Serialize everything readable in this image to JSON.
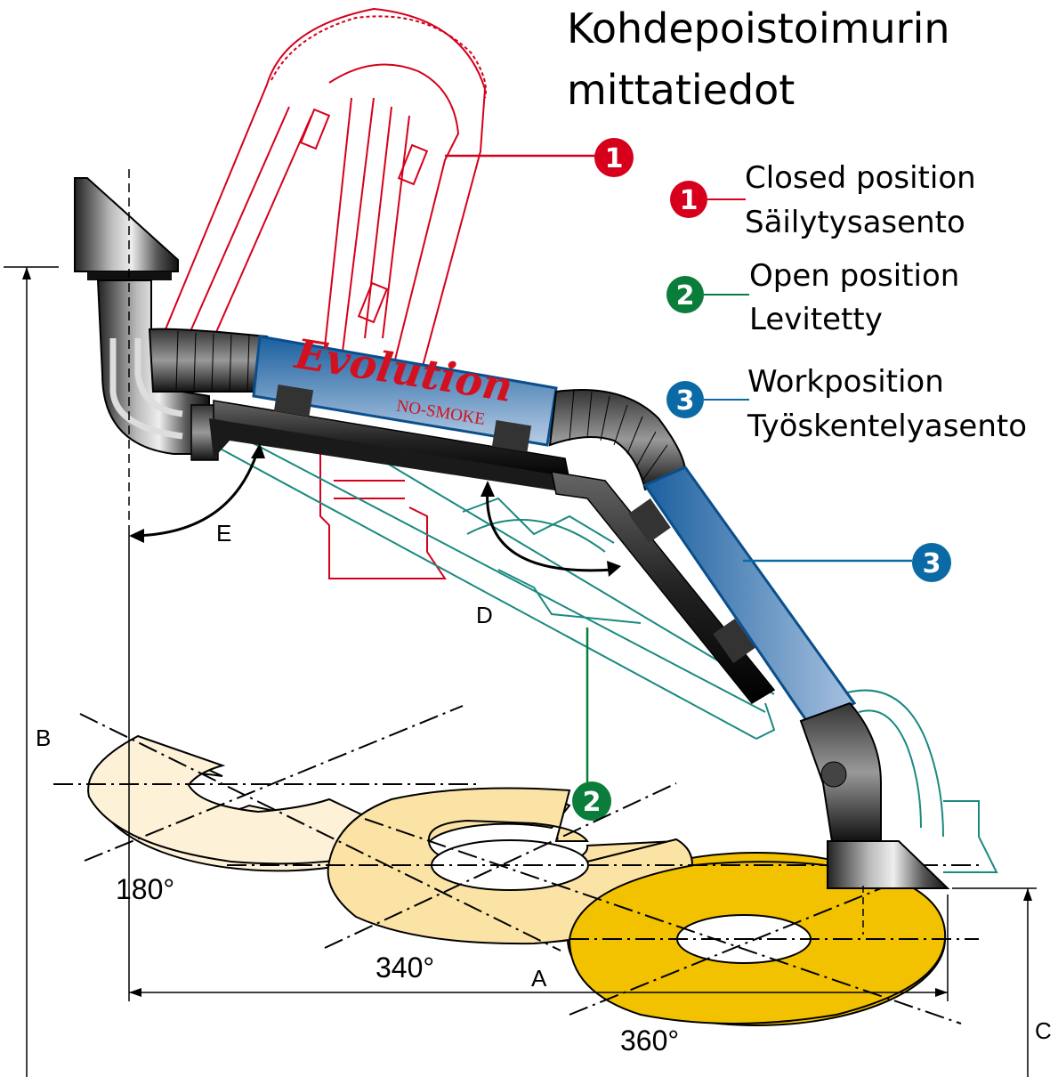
{
  "title": {
    "line1": "Kohdepoistoimurin",
    "line2": "mittatiedot"
  },
  "brand": {
    "name": "Evolution",
    "sub": "NO-SMOKE"
  },
  "legend": [
    {
      "number": "1",
      "label_en": "Closed position",
      "label_fi": "Säilytysasento",
      "color": "#d6001c"
    },
    {
      "number": "2",
      "label_en": "Open position",
      "label_fi": "Levitetty",
      "color": "#0a7d3a"
    },
    {
      "number": "3",
      "label_en": "Workposition",
      "label_fi": "Työskentelyasento",
      "color": "#0a6aa6"
    }
  ],
  "callouts": {
    "closed": "1",
    "open": "2",
    "work": "3"
  },
  "dimensions": {
    "A": "A",
    "B": "B",
    "C": "C",
    "D": "D",
    "E": "E"
  },
  "rotation_zones": [
    {
      "label": "180°",
      "degrees": 180,
      "color": "#fdf1d8"
    },
    {
      "label": "340°",
      "degrees": 340,
      "color": "#fbe3a6"
    },
    {
      "label": "360°",
      "degrees": 360,
      "color": "#f2c200"
    }
  ],
  "colors": {
    "closed_outline": "#d6001c",
    "open_outline": "#1a8a80",
    "tube_blue": "#1f6fb0",
    "arm_dark": "#2a2a2a"
  }
}
